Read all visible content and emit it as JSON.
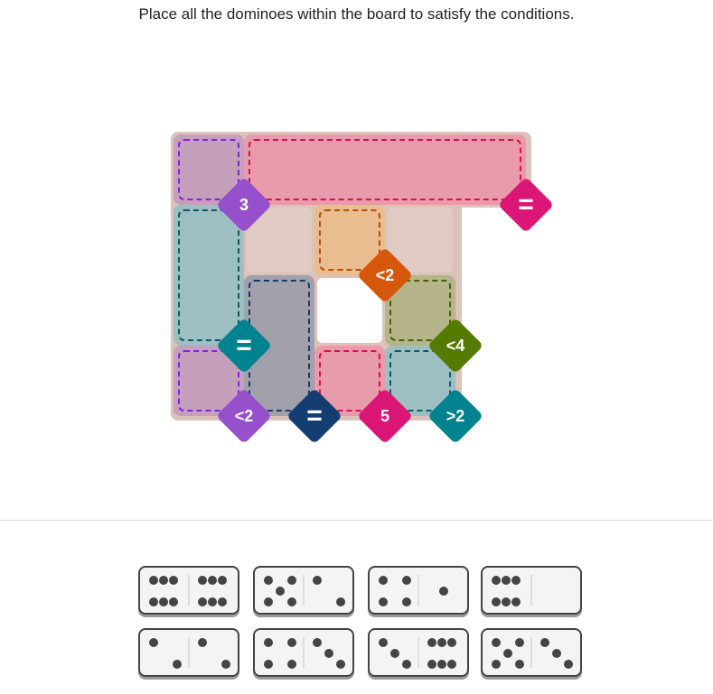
{
  "instruction": "Place all the dominoes within the board to satisfy the conditions.",
  "board": {
    "regions": [
      {
        "id": "purple-top",
        "color": "#c4a0bd",
        "border": "#8a1de0",
        "cells": [
          [
            0,
            0
          ]
        ]
      },
      {
        "id": "pink-top",
        "color": "#e89bab",
        "border": "#d6104f",
        "cells": [
          [
            0,
            1
          ],
          [
            0,
            2
          ],
          [
            0,
            3
          ],
          [
            0,
            4
          ]
        ]
      },
      {
        "id": "teal-left",
        "color": "#9dbfc2",
        "border": "#0c5a66",
        "cells": [
          [
            1,
            0
          ],
          [
            2,
            0
          ]
        ]
      },
      {
        "id": "orange",
        "color": "#e9bd90",
        "border": "#b44d08",
        "cells": [
          [
            1,
            2
          ]
        ]
      },
      {
        "id": "navy",
        "color": "#a1a0ab",
        "border": "#123e6e",
        "cells": [
          [
            2,
            1
          ],
          [
            3,
            1
          ]
        ]
      },
      {
        "id": "olive",
        "color": "#b6b48a",
        "border": "#4a6000",
        "cells": [
          [
            2,
            3
          ]
        ]
      },
      {
        "id": "purple-bottom",
        "color": "#c4a0bd",
        "border": "#8a1de0",
        "cells": [
          [
            3,
            0
          ]
        ]
      },
      {
        "id": "pink-bottom",
        "color": "#e89bab",
        "border": "#d6104f",
        "cells": [
          [
            3,
            2
          ]
        ]
      },
      {
        "id": "teal-bottom",
        "color": "#9dbfc2",
        "border": "#0c5a66",
        "cells": [
          [
            3,
            3
          ]
        ]
      }
    ],
    "badges": [
      {
        "label": "3",
        "color": "#9650cc",
        "corner": [
          1,
          1
        ]
      },
      {
        "label": "=",
        "color": "#dc1677",
        "corner": [
          1,
          5
        ]
      },
      {
        "label": "<2",
        "color": "#d4570b",
        "corner": [
          2,
          3
        ]
      },
      {
        "label": "=",
        "color": "#00838f",
        "corner": [
          3,
          1
        ]
      },
      {
        "label": "<4",
        "color": "#557a00",
        "corner": [
          3,
          4
        ]
      },
      {
        "label": "<2",
        "color": "#9650cc",
        "corner": [
          4,
          1
        ]
      },
      {
        "label": "=",
        "color": "#143e72",
        "corner": [
          4,
          2
        ]
      },
      {
        "label": "5",
        "color": "#dc1677",
        "corner": [
          4,
          3
        ]
      },
      {
        "label": ">2",
        "color": "#00838f",
        "corner": [
          4,
          4
        ]
      }
    ]
  },
  "dominoes": [
    [
      6,
      6
    ],
    [
      5,
      2
    ],
    [
      4,
      1
    ],
    [
      6,
      0
    ],
    [
      2,
      2
    ],
    [
      4,
      3
    ],
    [
      3,
      6
    ],
    [
      5,
      3
    ]
  ]
}
